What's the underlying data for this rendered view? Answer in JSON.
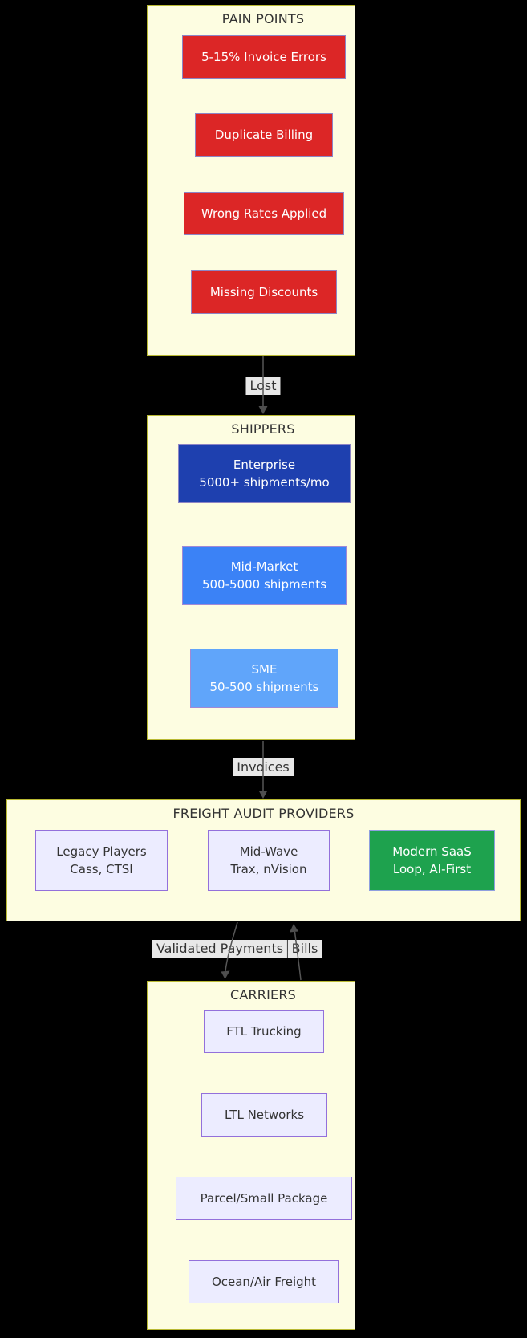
{
  "diagram_type": "flowchart",
  "pain_points": {
    "title": "PAIN POINTS",
    "items": [
      {
        "label": "5-15% Invoice Errors"
      },
      {
        "label": "Duplicate Billing"
      },
      {
        "label": "Wrong Rates Applied"
      },
      {
        "label": "Missing Discounts"
      }
    ]
  },
  "shippers": {
    "title": "SHIPPERS",
    "items": [
      {
        "label": "Enterprise",
        "sublabel": "5000+ shipments/mo"
      },
      {
        "label": "Mid-Market",
        "sublabel": "500-5000 shipments"
      },
      {
        "label": "SME",
        "sublabel": "50-500 shipments"
      }
    ]
  },
  "freight_audit_providers": {
    "title": "FREIGHT AUDIT PROVIDERS",
    "items": [
      {
        "label": "Legacy Players",
        "sublabel": "Cass, CTSI"
      },
      {
        "label": "Mid-Wave",
        "sublabel": "Trax, nVision"
      },
      {
        "label": "Modern SaaS",
        "sublabel": "Loop, AI-First"
      }
    ]
  },
  "carriers": {
    "title": "CARRIERS",
    "items": [
      {
        "label": "FTL Trucking"
      },
      {
        "label": "LTL Networks"
      },
      {
        "label": "Parcel/Small Package"
      },
      {
        "label": "Ocean/Air Freight"
      }
    ]
  },
  "edge_labels": {
    "lost": "Lost",
    "invoices": "Invoices",
    "validated_payments": "Validated Payments",
    "bills": "Bills"
  },
  "colors": {
    "background": "#000000",
    "cluster_fill": "#fdfde1",
    "cluster_border": "#b9b932",
    "pain_point_fill": "#dc2626",
    "enterprise_fill": "#1e40af",
    "mid_market_fill": "#3b82f6",
    "sme_fill": "#60a5fa",
    "modern_saas_fill": "#1ea24e",
    "default_node_fill": "#ececff",
    "node_border": "#9370db",
    "edge_line": "#565656",
    "edge_label_bg": "#e8e8e8",
    "text_dark": "#333333",
    "text_light": "#ffffff"
  }
}
